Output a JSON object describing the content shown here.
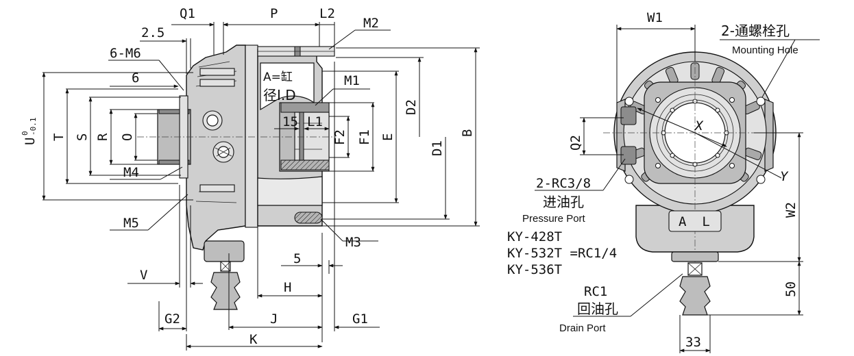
{
  "side_view": {
    "dimensions": {
      "q1": "Q1",
      "p": "P",
      "l2": "L2",
      "m2": "M2",
      "d2_5": "2.5",
      "m6": "6-M6",
      "d6": "6",
      "a_eq": "A=缸",
      "bore": "径I.D",
      "m1": "M1",
      "d15": "15",
      "l1": "L1",
      "f2": "F2",
      "f1": "F1",
      "e": "E",
      "d2": "D2",
      "d1": "D1",
      "b": "B",
      "u": "U",
      "u_tol_upper": "0",
      "u_tol_lower": "-0.1",
      "t": "T",
      "s": "S",
      "r": "R",
      "o": "O",
      "m4": "M4",
      "m5": "M5",
      "m3": "M3",
      "d5": "5",
      "v": "V",
      "h": "H",
      "g2": "G2",
      "j": "J",
      "g1": "G1",
      "k": "K"
    }
  },
  "front_view": {
    "dimensions": {
      "w1": "W1",
      "w2": "W2",
      "q2": "Q2",
      "x": "X",
      "y": "Y",
      "d50": "50",
      "d33": "33",
      "badge": "A  L"
    },
    "callouts": {
      "mount_cn": "2-通螺栓孔",
      "mount_en": "Mounting Hole",
      "pressure_code": "2-RC3/8",
      "pressure_cn": "进油孔",
      "pressure_en": "Pressure Port",
      "model1": "KY-428T",
      "model2": "KY-532T =RC1/4",
      "model3": "KY-536T",
      "drain_code": "RC1",
      "drain_cn": "回油孔",
      "drain_en": "Drain Port"
    }
  }
}
